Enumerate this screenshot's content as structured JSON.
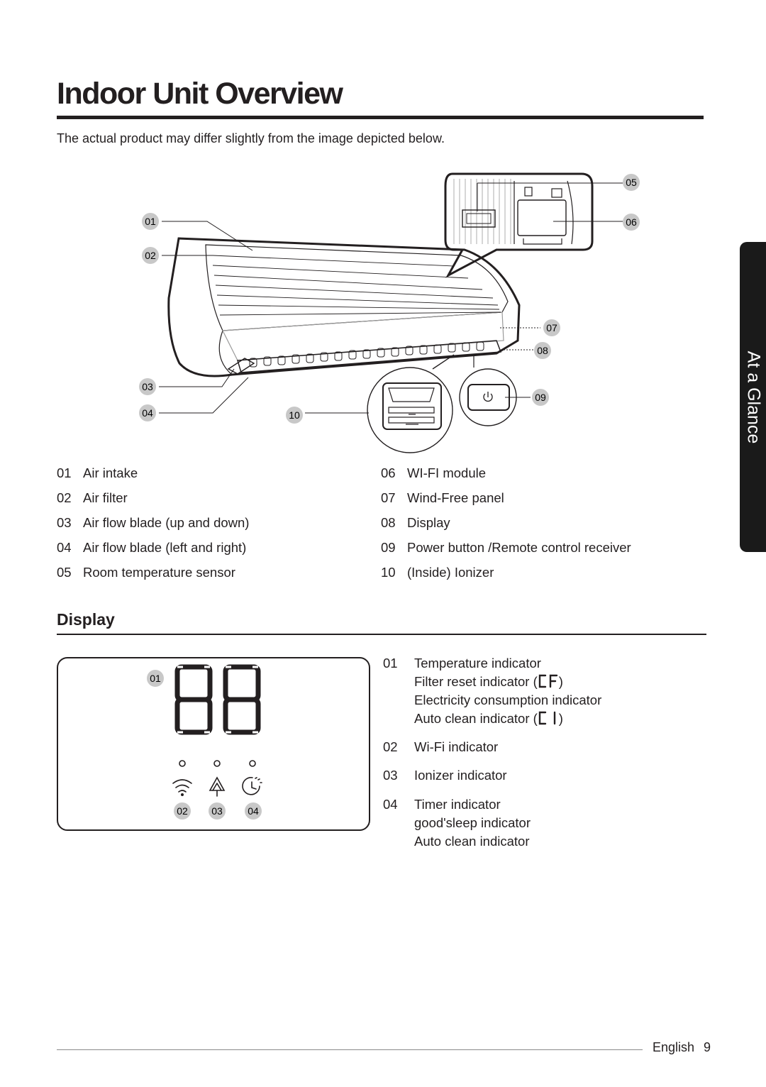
{
  "title": "Indoor Unit Overview",
  "disclaimer": "The actual product may differ slightly from the image depicted below.",
  "callouts": [
    "01",
    "02",
    "03",
    "04",
    "05",
    "06",
    "07",
    "08",
    "09",
    "10"
  ],
  "parts": [
    {
      "num": "01",
      "label": "Air intake"
    },
    {
      "num": "02",
      "label": "Air filter"
    },
    {
      "num": "03",
      "label": "Air flow blade (up and down)"
    },
    {
      "num": "04",
      "label": "Air flow blade (left and right)"
    },
    {
      "num": "05",
      "label": "Room temperature sensor"
    },
    {
      "num": "06",
      "label": "WI-FI module"
    },
    {
      "num": "07",
      "label": "Wind-Free panel"
    },
    {
      "num": "08",
      "label": "Display"
    },
    {
      "num": "09",
      "label": "Power button /Remote control receiver"
    },
    {
      "num": "10",
      "label": "(Inside) Ionizer"
    }
  ],
  "display_section": {
    "title": "Display",
    "callouts": [
      "01",
      "02",
      "03",
      "04"
    ],
    "items": [
      {
        "num": "01",
        "lines": [
          "Temperature indicator",
          "Filter reset indicator (",
          ")",
          "Electricity consumption indicator",
          "Auto clean indicator (",
          ")"
        ]
      },
      {
        "num": "02",
        "lines": [
          "Wi-Fi indicator"
        ]
      },
      {
        "num": "03",
        "lines": [
          "Ionizer indicator"
        ]
      },
      {
        "num": "04",
        "lines": [
          "Timer indicator",
          "good'sleep indicator",
          "Auto clean indicator"
        ]
      }
    ]
  },
  "side_tab": "At a Glance",
  "footer": {
    "language": "English",
    "page": "9"
  },
  "colors": {
    "text": "#231f20",
    "callout_fill": "#c8c8c8",
    "tab_bg": "#1a1a1a"
  },
  "icons": [
    "wifi-icon",
    "ionizer-tree-icon",
    "timer-clock-icon",
    "power-icon"
  ]
}
